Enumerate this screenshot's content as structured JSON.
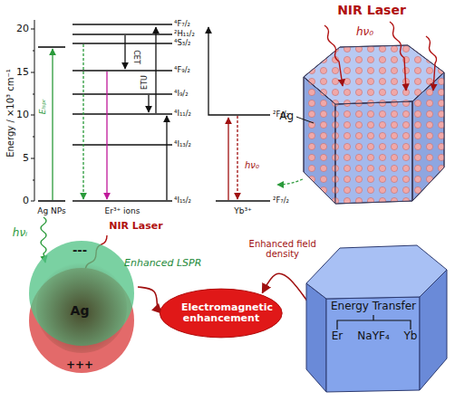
{
  "diagram": {
    "nodes": [
      {
        "text": [
          "---",
          "Enhanced LSPR",
          "Ag",
          "+++"
        ]
      },
      {
        "text": [
          "Electromagnetic enhancement"
        ]
      },
      {
        "text": [
          "Energy Transfer",
          "Er",
          "NaYF₄",
          "Yb"
        ]
      }
    ],
    "edges": [
      {
        "from": 0,
        "to": 1,
        "arrow": "to"
      },
      {
        "from": 2,
        "to": 1,
        "arrow": "to",
        "label": "Enhanced field density"
      }
    ],
    "labels": [
      "20",
      "15",
      "10",
      "5",
      "0",
      "Energy / ×10³ cm⁻¹",
      "Eₗₛₚᵣ",
      "CET",
      "ETU",
      "⁴F₇/₂",
      "²H₁₁/₂",
      "⁴S₃/₂",
      "⁴F₉/₂",
      "⁴I₉/₂",
      "⁴I₁₁/₂",
      "⁴I₁₃/₂",
      "⁴I₁₅/₂",
      "²F₅/₂",
      "²F₇/₂",
      "hν₀",
      "Ag NPs",
      "Er³⁺ ions",
      "Yb³⁺",
      "NIR Laser",
      "hν₀",
      "Ag",
      "NIR Laser",
      "hνᵢ"
    ]
  }
}
